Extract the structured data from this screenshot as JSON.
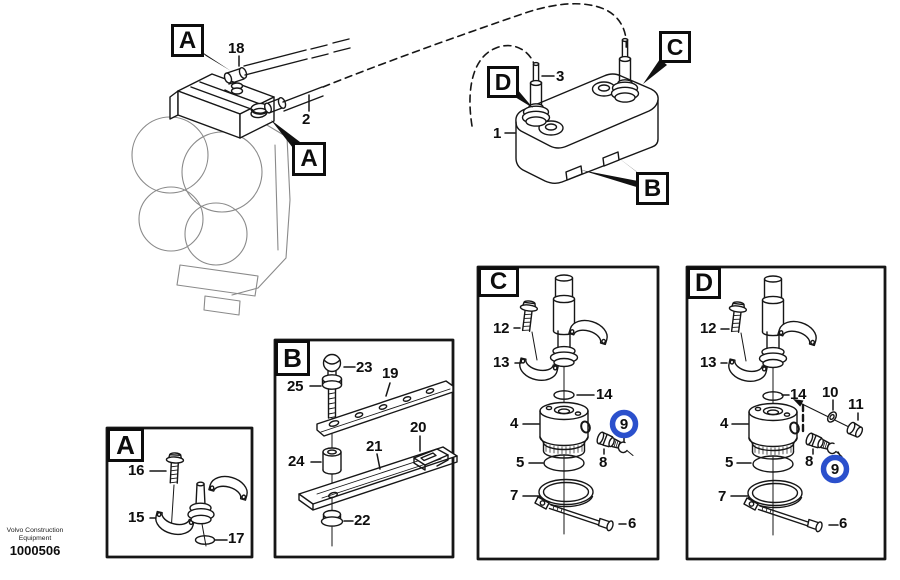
{
  "figure": {
    "highlight_color": "#2b50cc",
    "footer": {
      "brand_line1": "Volvo Construction",
      "brand_line2": "Equipment",
      "figure_number": "1000506"
    }
  },
  "overview": {
    "callout_a_upper": "A",
    "callout_a_lower": "A",
    "callout_b": "B",
    "callout_c": "C",
    "callout_d": "D",
    "ref_18": "18",
    "ref_2": "2",
    "ref_3": "3",
    "ref_1": "1"
  },
  "panel_a": {
    "title": "A",
    "ref_15": "15",
    "ref_16": "16",
    "ref_17": "17"
  },
  "panel_b": {
    "title": "B",
    "ref_19": "19",
    "ref_20": "20",
    "ref_21": "21",
    "ref_22": "22",
    "ref_23": "23",
    "ref_24": "24",
    "ref_25": "25"
  },
  "panel_c": {
    "title": "C",
    "ref_4": "4",
    "ref_5": "5",
    "ref_6": "6",
    "ref_7": "7",
    "ref_8": "8",
    "ref_9": "9",
    "ref_12": "12",
    "ref_13": "13",
    "ref_14": "14"
  },
  "panel_d": {
    "title": "D",
    "ref_4": "4",
    "ref_5": "5",
    "ref_6": "6",
    "ref_7": "7",
    "ref_8": "8",
    "ref_9": "9",
    "ref_10": "10",
    "ref_11": "11",
    "ref_12": "12",
    "ref_13": "13",
    "ref_14": "14"
  }
}
